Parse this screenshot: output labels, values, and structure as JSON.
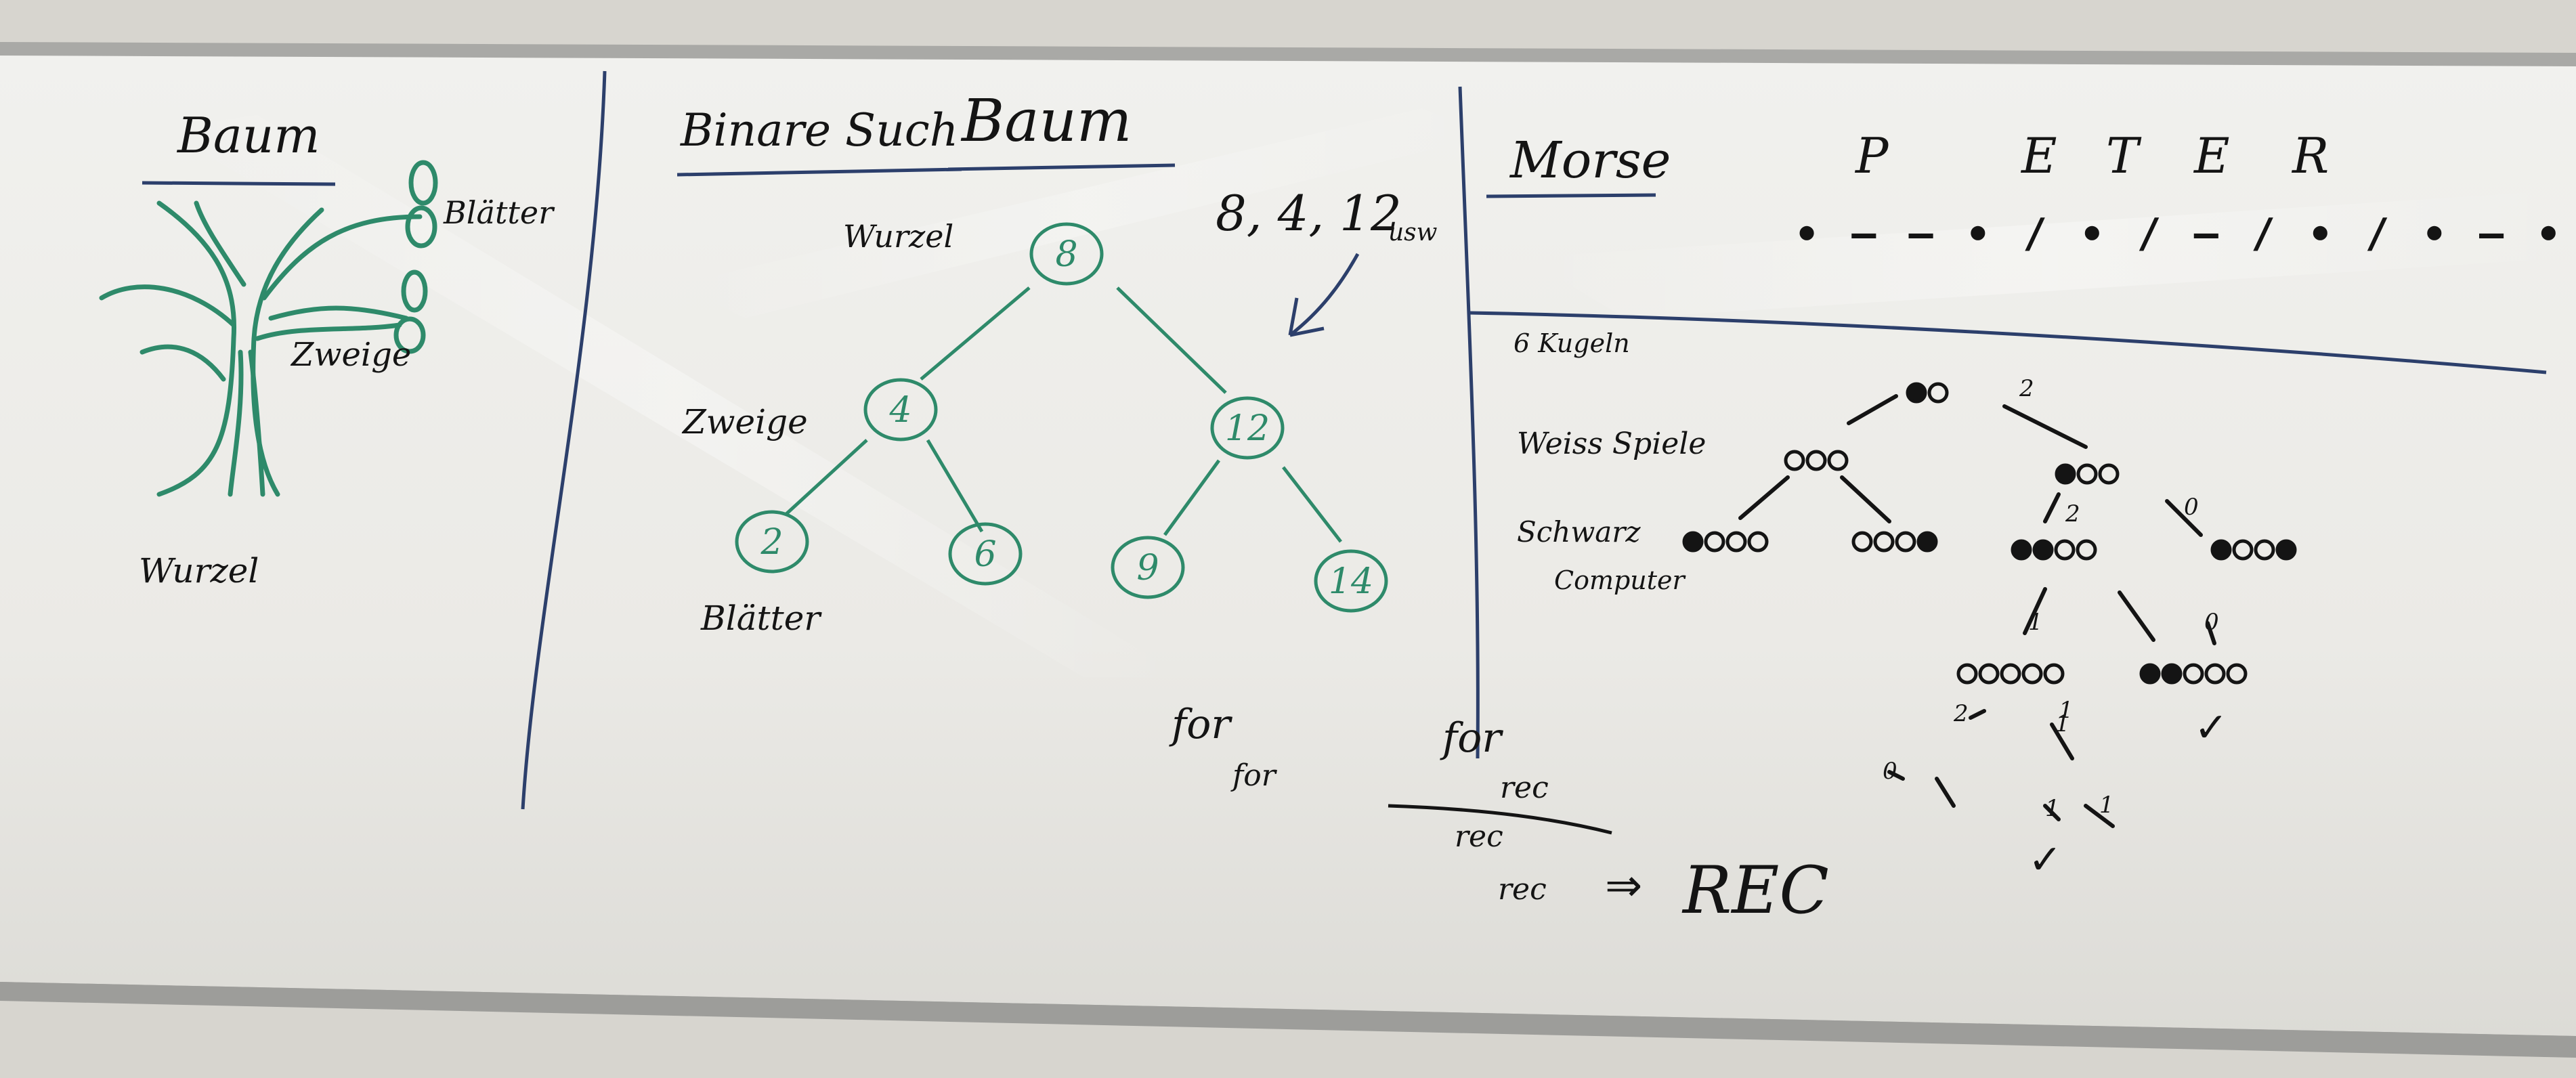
{
  "board": {
    "colors": {
      "board": "#ecebe7",
      "frame": "#b8b8b4",
      "black_marker": "#141414",
      "green_marker": "#2e8a6a",
      "blue_marker": "#2c3f6b"
    }
  },
  "left_panel": {
    "title": "Baum",
    "label_leaves": "Blätter",
    "label_branches": "Zweige",
    "label_root": "Wurzel"
  },
  "middle_panel": {
    "title_part1": "Binare Such",
    "title_part2": "Baum",
    "label_root": "Wurzel",
    "label_branches": "Zweige",
    "label_leaves": "Blätter",
    "sequence": "8, 4, 12",
    "sequence_suffix": "usw",
    "tree_nodes": [
      "8",
      "4",
      "12",
      "2",
      "6",
      "9",
      "14"
    ],
    "for_outer": "for",
    "for_inner": "for"
  },
  "right_panel": {
    "title": "Morse",
    "letters": [
      "P",
      "E",
      "T",
      "E",
      "R"
    ],
    "morse_code": "∙ – – ∙ / ∙ / – / ∙ / ∙ – ∙",
    "subtitle": "6 Kugeln",
    "legend_white": "Weiss Spiele",
    "legend_black": "Schwarz",
    "legend_computer": "Computer",
    "for_label": "for",
    "rec_1": "rec",
    "rec_2": "rec",
    "rec_3": "rec",
    "arrow": "⇒",
    "result": "REC",
    "edge_labels": [
      "2",
      "2",
      "0",
      "1",
      "1",
      "2",
      "1",
      "0",
      "1",
      "1",
      "0"
    ],
    "checkmarks": [
      "✓",
      "✓"
    ]
  }
}
